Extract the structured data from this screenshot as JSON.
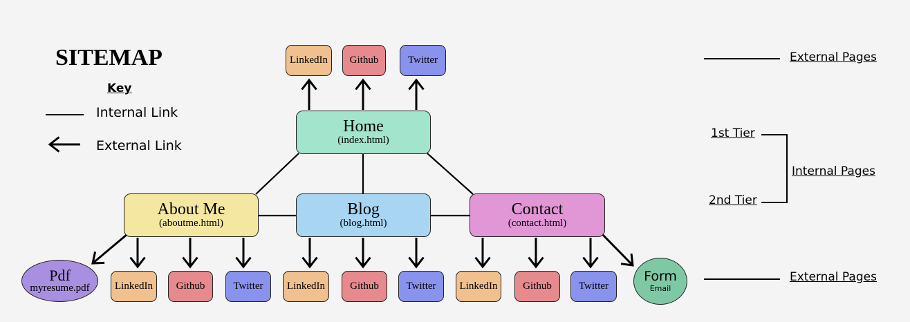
{
  "title": "SITEMAP",
  "key": {
    "heading": "Key",
    "internal_label": "Internal Link",
    "external_label": "External Link"
  },
  "nodes": {
    "home": {
      "title": "Home",
      "file": "(index.html)"
    },
    "about": {
      "title": "About Me",
      "file": "(aboutme.html)"
    },
    "blog": {
      "title": "Blog",
      "file": "(blog.html)"
    },
    "contact": {
      "title": "Contact",
      "file": "(contact.html)"
    },
    "pdf": {
      "title": "Pdf",
      "file": "myresume.pdf"
    },
    "form": {
      "title": "Form",
      "file": "Email"
    }
  },
  "external_labels": {
    "linkedin": "LinkedIn",
    "github": "Github",
    "twitter": "Twitter"
  },
  "right_legend": {
    "external_top": "External Pages",
    "tier1": "1st Tier",
    "tier2": "2nd Tier",
    "internal": "Internal Pages",
    "external_bottom": "External Pages"
  },
  "colors": {
    "linkedin": "#f0c08e",
    "github": "#e68a8d",
    "twitter": "#8993ee",
    "home": "#a3e4cc",
    "blog": "#a8d5f2",
    "about": "#f3e7a1",
    "contact": "#e196d6",
    "pdf": "#a88fe0",
    "form": "#7fc8a4"
  }
}
